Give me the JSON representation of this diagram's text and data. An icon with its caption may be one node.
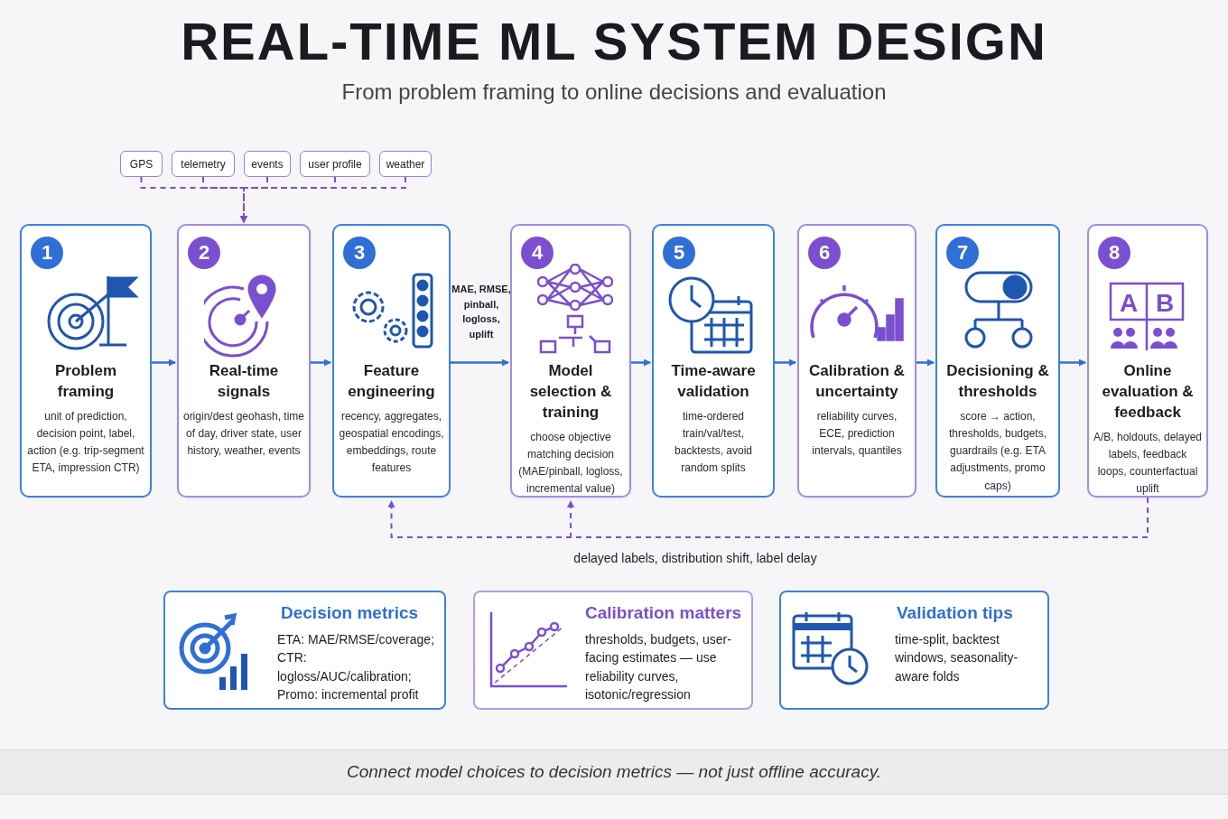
{
  "diagram": {
    "title": "REAL-TIME ML SYSTEM DESIGN",
    "caption": "Connect model choices to decision metrics — not just offline accuracy.",
    "nodes": [
      {
        "text": [
          "GPS"
        ]
      },
      {
        "text": [
          "telemetry"
        ]
      },
      {
        "text": [
          "events"
        ]
      },
      {
        "text": [
          "user profile"
        ]
      },
      {
        "text": [
          "weather"
        ]
      },
      {
        "text": [
          "1",
          "Problem framing",
          "unit of prediction, decision point, label, action (e.g. trip-segment ETA, impression CTR)"
        ]
      },
      {
        "text": [
          "2",
          "Real-time signals",
          "origin/dest geohash, time of day, driver state, user history, weather, events"
        ]
      },
      {
        "text": [
          "3",
          "Feature engineering",
          "recency, aggregates, geospatial encodings, embeddings, route features"
        ]
      },
      {
        "text": [
          "4",
          "Model selection & training",
          "choose objective matching decision (MAE/pinball, logloss, incremental value)"
        ]
      },
      {
        "text": [
          "5",
          "Time-aware validation",
          "time-ordered train/val/test, backtests, avoid random splits"
        ]
      },
      {
        "text": [
          "6",
          "Calibration & uncertainty",
          "reliability curves, ECE, prediction intervals, quantiles"
        ]
      },
      {
        "text": [
          "7",
          "Decisioning & thresholds",
          "score → action, thresholds, budgets, guardrails (e.g. ETA adjustments, promo caps)"
        ]
      },
      {
        "text": [
          "8",
          "Online evaluation & feedback",
          "A/B, holdouts, delayed labels, feedback loops, counterfactual uplift"
        ]
      },
      {
        "text": [
          "Decision metrics",
          "ETA: MAE/RMSE/coverage; CTR: logloss/AUC/calibration; Promo: incremental profit"
        ]
      },
      {
        "text": [
          "Calibration matters",
          "thresholds, budgets, user-facing estimates — use reliability curves, isotonic/regression"
        ]
      },
      {
        "text": [
          "Validation tips",
          "time-split, backtest windows, seasonality-aware folds"
        ]
      }
    ],
    "edges": [
      {
        "from": 0,
        "to": 6,
        "arrow": "to",
        "style": "dashed",
        "color": "#7a4fd0"
      },
      {
        "from": 1,
        "to": 6,
        "arrow": "to",
        "style": "dashed",
        "color": "#7a4fd0"
      },
      {
        "from": 2,
        "to": 6,
        "arrow": "to",
        "style": "dashed",
        "color": "#7a4fd0"
      },
      {
        "from": 3,
        "to": 6,
        "arrow": "to",
        "style": "dashed",
        "color": "#7a4fd0"
      },
      {
        "from": 4,
        "to": 6,
        "arrow": "to",
        "style": "dashed",
        "color": "#7a4fd0"
      },
      {
        "from": 5,
        "to": 6,
        "arrow": "to"
      },
      {
        "from": 6,
        "to": 7,
        "arrow": "to"
      },
      {
        "from": 7,
        "to": 8,
        "arrow": "to",
        "label": "MAE, RMSE, pinball, logloss, uplift"
      },
      {
        "from": 8,
        "to": 9,
        "arrow": "to"
      },
      {
        "from": 9,
        "to": 10,
        "arrow": "to"
      },
      {
        "from": 10,
        "to": 11,
        "arrow": "to"
      },
      {
        "from": 11,
        "to": 12,
        "arrow": "to"
      },
      {
        "from": 12,
        "to": 7,
        "arrow": "to",
        "style": "dashed",
        "color": "#7a4fd0",
        "label": "delayed labels, distribution shift, label delay"
      },
      {
        "from": 12,
        "to": 8,
        "arrow": "to",
        "style": "dashed",
        "color": "#7a4fd0"
      }
    ],
    "labels": [
      "From problem framing to online decisions and evaluation",
      "A",
      "B"
    ]
  }
}
